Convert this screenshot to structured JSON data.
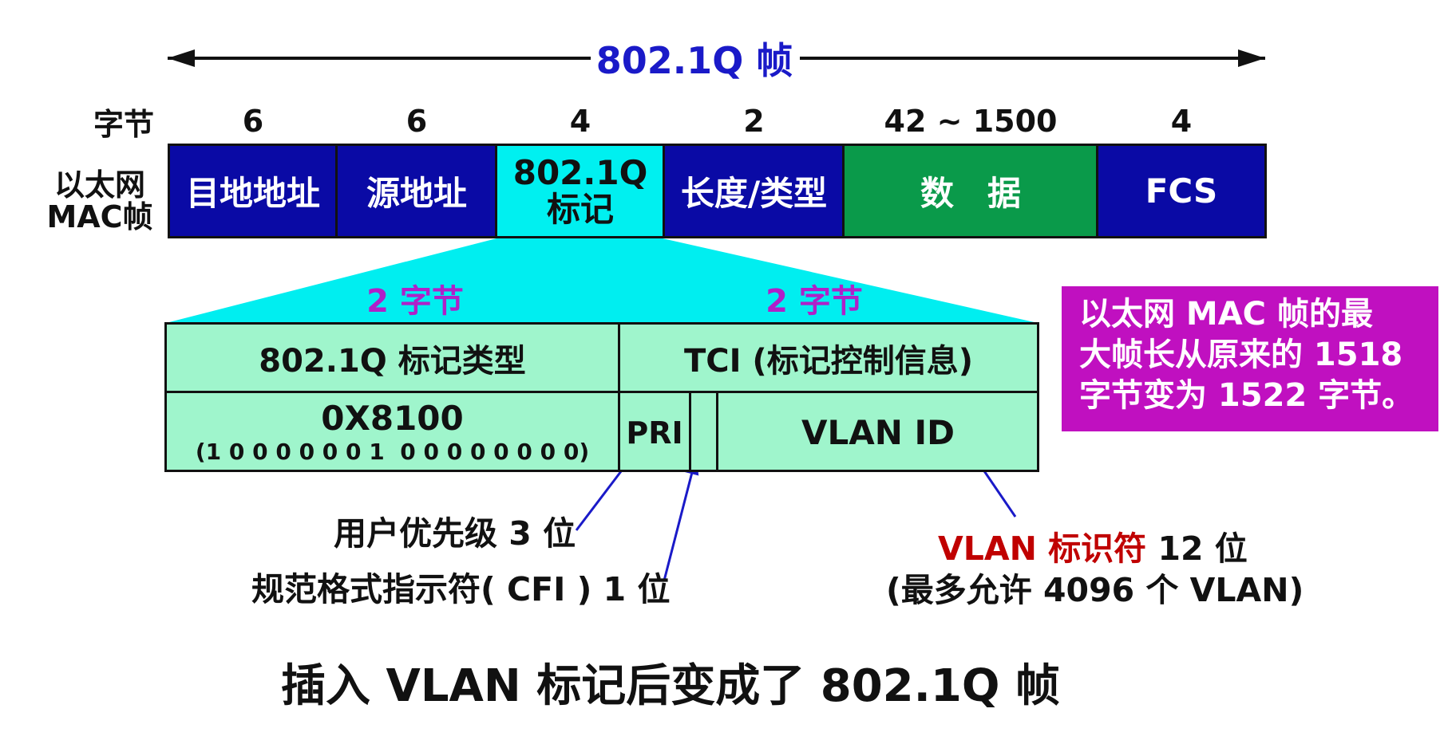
{
  "frame_title": "802.1Q 帧",
  "bytes_row": {
    "label": "字节",
    "values": [
      "6",
      "6",
      "4",
      "2",
      "42 ~ 1500",
      "4"
    ]
  },
  "mac_frame_label": [
    "以太网",
    "MAC帧"
  ],
  "fields": [
    {
      "label": "目地地址",
      "color": "#0a0aa5"
    },
    {
      "label": "源地址",
      "color": "#0a0aa5"
    },
    {
      "label": [
        "802.1Q",
        "标记"
      ],
      "color": "#00f0f0"
    },
    {
      "label": "长度/类型",
      "color": "#0a0aa5"
    },
    {
      "label": "数　据",
      "color": "#0a9a4a"
    },
    {
      "label": "FCS",
      "color": "#0a0aa5"
    }
  ],
  "tag_detail": {
    "left_bytes": "2 字节",
    "right_bytes": "2 字节",
    "type_header": "802.1Q 标记类型",
    "tci_header": "TCI (标记控制信息)",
    "type_value": "0X8100",
    "type_binary": "(1 0 0 0 0 0 0 1  0 0 0 0 0 0 0 0)",
    "pri": "PRI",
    "vlan_id": "VLAN ID",
    "fill_color": "#9ff5cc",
    "trapezoid_color": "#00eef0"
  },
  "annotations": {
    "pri_note": "用户优先级 3 位",
    "cfi_note": "规范格式指示符( CFI ) 1 位",
    "vlan_note_red": "VLAN 标识符",
    "vlan_note_rest": " 12 位",
    "vlan_note_2": "(最多允许 4096 个 VLAN)"
  },
  "side_note": {
    "lines": [
      "以太网 MAC 帧的最",
      "大帧长从原来的 1518",
      "字节变为 1522 字节。"
    ],
    "color": "#c010c0"
  },
  "caption": "插入 VLAN 标记后变成了 802.1Q 帧",
  "colors": {
    "title_blue": "#1a1ac8",
    "purple_text": "#b020c8",
    "red_text": "#c00000",
    "arrow_blue": "#1a1ac8"
  }
}
